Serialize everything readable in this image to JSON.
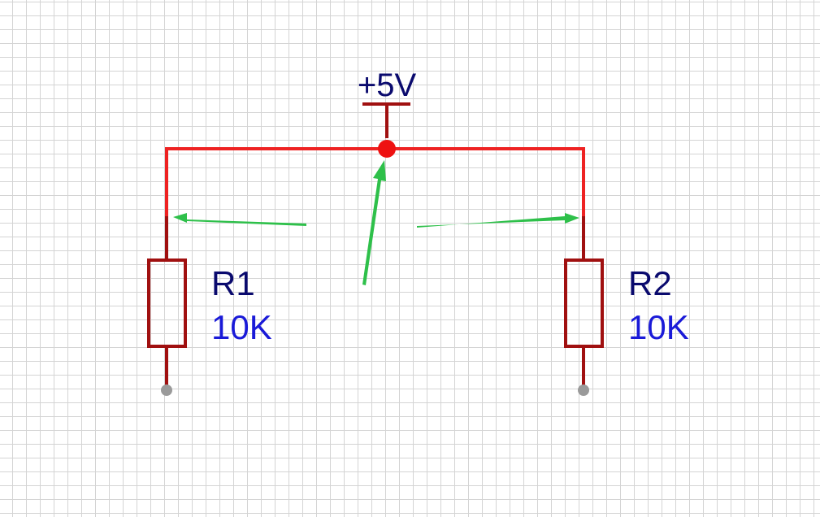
{
  "supply": {
    "label": "+5V"
  },
  "resistors": [
    {
      "designator": "R1",
      "value": "10K"
    },
    {
      "designator": "R2",
      "value": "10K"
    }
  ],
  "colors": {
    "wire": "#ee2222",
    "junction": "#ee1111",
    "component": "#a01010",
    "designator_text": "#0a0a6e",
    "value_text": "#1a1ad8",
    "arrow": "#2ec04a",
    "pin_end": "#9a9a9a"
  }
}
